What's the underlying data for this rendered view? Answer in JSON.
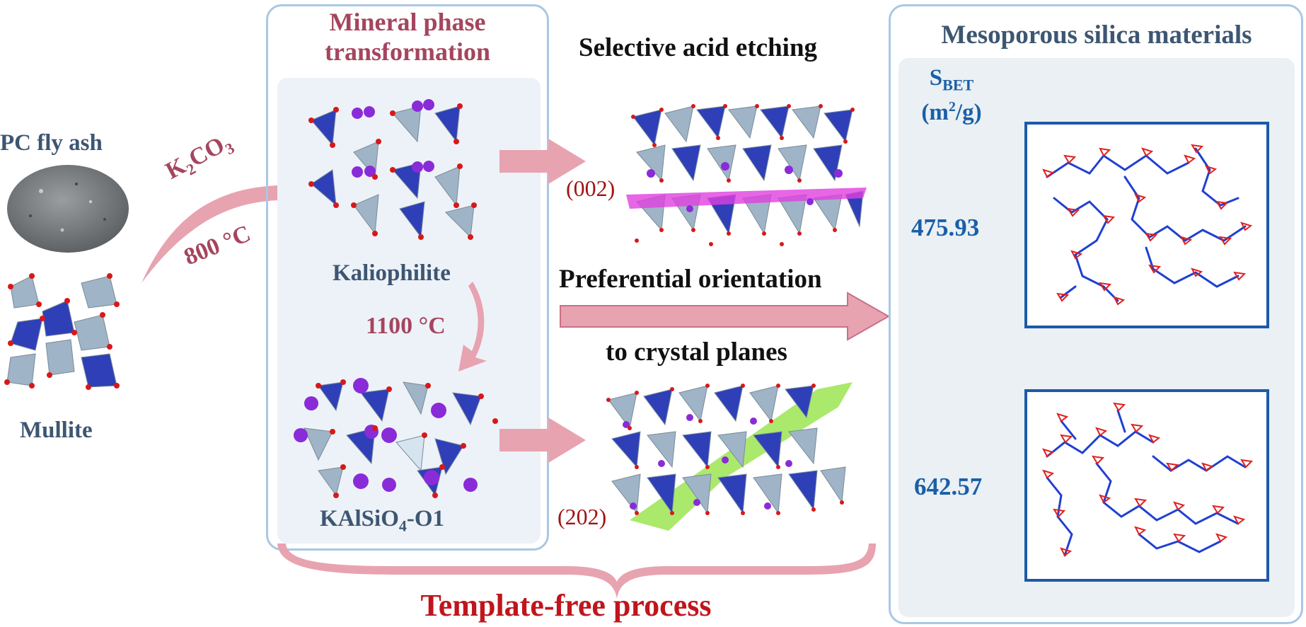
{
  "left": {
    "source_label": "PC fly ash",
    "mineral_label": "Mullite",
    "reagent_main": "K",
    "reagent_sub1": "2",
    "reagent_mid": "CO",
    "reagent_sub2": "3",
    "temp1": "800 °C"
  },
  "center": {
    "title": "Mineral phase transformation",
    "phase1": "Kaliophilite",
    "temp2": "1100 °C",
    "phase2_main": "KAlSiO",
    "phase2_sub": "4",
    "phase2_suffix": "-O1"
  },
  "middle": {
    "etch_title": "Selective acid etching",
    "plane1": "(002)",
    "orient_line1": "Preferential orientation",
    "orient_line2": "to crystal planes",
    "plane2": "(202)"
  },
  "right": {
    "title": "Mesoporous silica materials",
    "sbet_main": "S",
    "sbet_sub": "BET",
    "unit_open": "(m",
    "unit_sup": "2",
    "unit_close": "/g)",
    "value1": "475.93",
    "value2": "642.57"
  },
  "footer": {
    "process_label": "Template-free process"
  },
  "colors": {
    "arrow_pink": "#e8a3b0",
    "panel_border": "#a9c8e4",
    "box_blue": "#1d5aa8",
    "label_red": "#a5455e",
    "value_blue": "#1a5fa8",
    "title_red": "#c0151c"
  }
}
